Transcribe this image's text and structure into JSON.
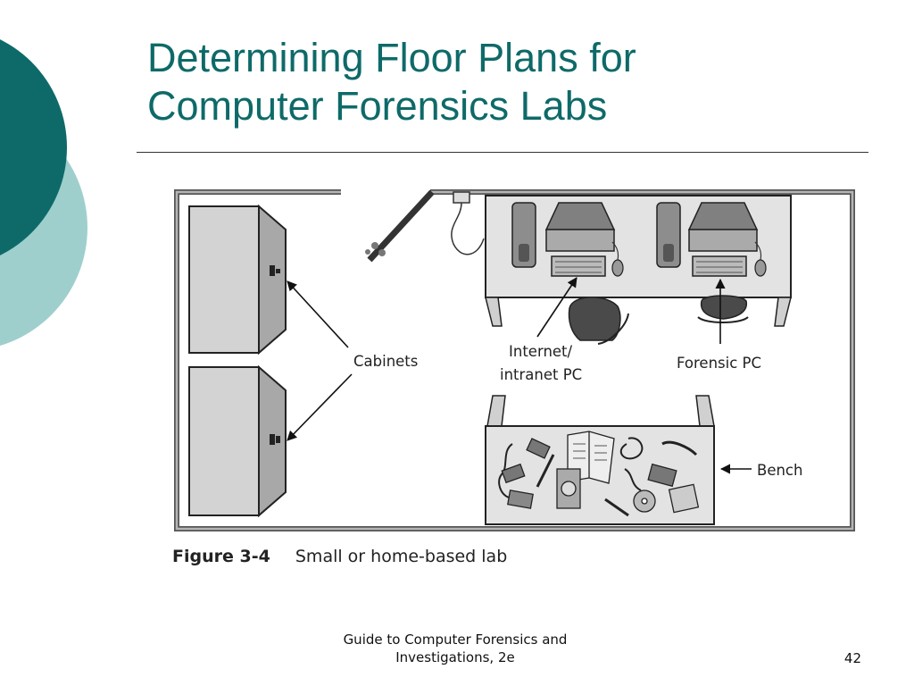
{
  "slide": {
    "title_line1": "Determining Floor Plans for",
    "title_line2": "Computer Forensics Labs",
    "theme_colors": {
      "teal_dark": "#0e6a69",
      "teal_light": "#9fcfcd"
    }
  },
  "figure": {
    "labels": {
      "cabinets": "Cabinets",
      "internet_pc_line1": "Internet/",
      "internet_pc_line2": "intranet PC",
      "forensic_pc": "Forensic PC",
      "bench": "Bench"
    },
    "caption_number": "Figure 3-4",
    "caption_text": "Small or home-based lab"
  },
  "footer": {
    "line1": "Guide to Computer Forensics and",
    "line2": "Investigations, 2e",
    "page_number": "42"
  }
}
